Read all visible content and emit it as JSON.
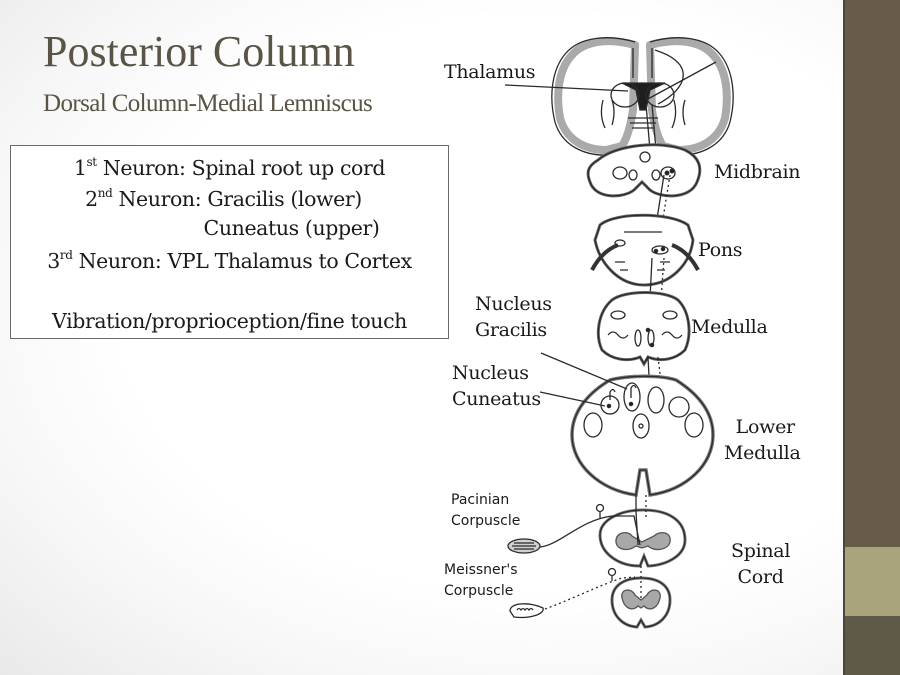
{
  "slide": {
    "title": "Posterior Column",
    "subtitle": "Dorsal Column-Medial Lemniscus",
    "info_box": {
      "lines": [
        {
          "ordinal": "1",
          "suffix": "st",
          "text": " Neuron: Spinal root up cord"
        },
        {
          "ordinal": "2",
          "suffix": "nd",
          "text": " Neuron: Gracilis (lower)"
        },
        {
          "ordinal": "",
          "suffix": "",
          "text": "Cuneatus (upper)"
        },
        {
          "ordinal": "3",
          "suffix": "rd",
          "text": " Neuron: VPL Thalamus to Cortex"
        }
      ],
      "modalities": "Vibration/proprioception/fine touch"
    }
  },
  "diagram": {
    "labels": {
      "thalamus": "Thalamus",
      "midbrain": "Midbrain",
      "pons": "Pons",
      "nucleus_gracilis_1": "Nucleus",
      "nucleus_gracilis_2": "Gracilis",
      "medulla": "Medulla",
      "nucleus_cuneatus_1": "Nucleus",
      "nucleus_cuneatus_2": "Cuneatus",
      "lower_medulla_1": "Lower",
      "lower_medulla_2": "Medulla",
      "pacinian_1": "Pacinian",
      "pacinian_2": "Corpuscle",
      "meissner_1": "Meissner's",
      "meissner_2": "Corpuscle",
      "spinal_cord_1": "Spinal",
      "spinal_cord_2": "Cord"
    },
    "colors": {
      "gray_matter": "#a8a8a8",
      "outline": "#2a2a2a"
    }
  },
  "theme": {
    "title_color": "#5a5446",
    "sidebar_color": "#675c4a",
    "sidebar_band_color": "#a9a47c"
  }
}
